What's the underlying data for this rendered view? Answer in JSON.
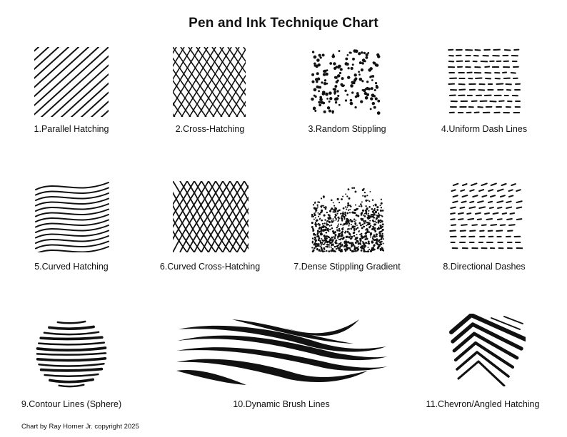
{
  "title": "Pen and Ink Technique Chart",
  "credit": "Chart by Ray Horner Jr. copyright 2025",
  "ink_color": "#111111",
  "techniques": [
    {
      "label": "1.Parallel Hatching"
    },
    {
      "label": "2.Cross-Hatching"
    },
    {
      "label": "3.Random Stippling"
    },
    {
      "label": "4.Uniform Dash Lines"
    },
    {
      "label": "5.Curved Hatching"
    },
    {
      "label": "6.Curved Cross-Hatching"
    },
    {
      "label": "7.Dense Stippling Gradient"
    },
    {
      "label": "8.Directional Dashes"
    },
    {
      "label": "9.Contour Lines (Sphere)"
    },
    {
      "label": "10.Dynamic Brush Lines"
    },
    {
      "label": "11.Chevron/Angled Hatching"
    }
  ]
}
